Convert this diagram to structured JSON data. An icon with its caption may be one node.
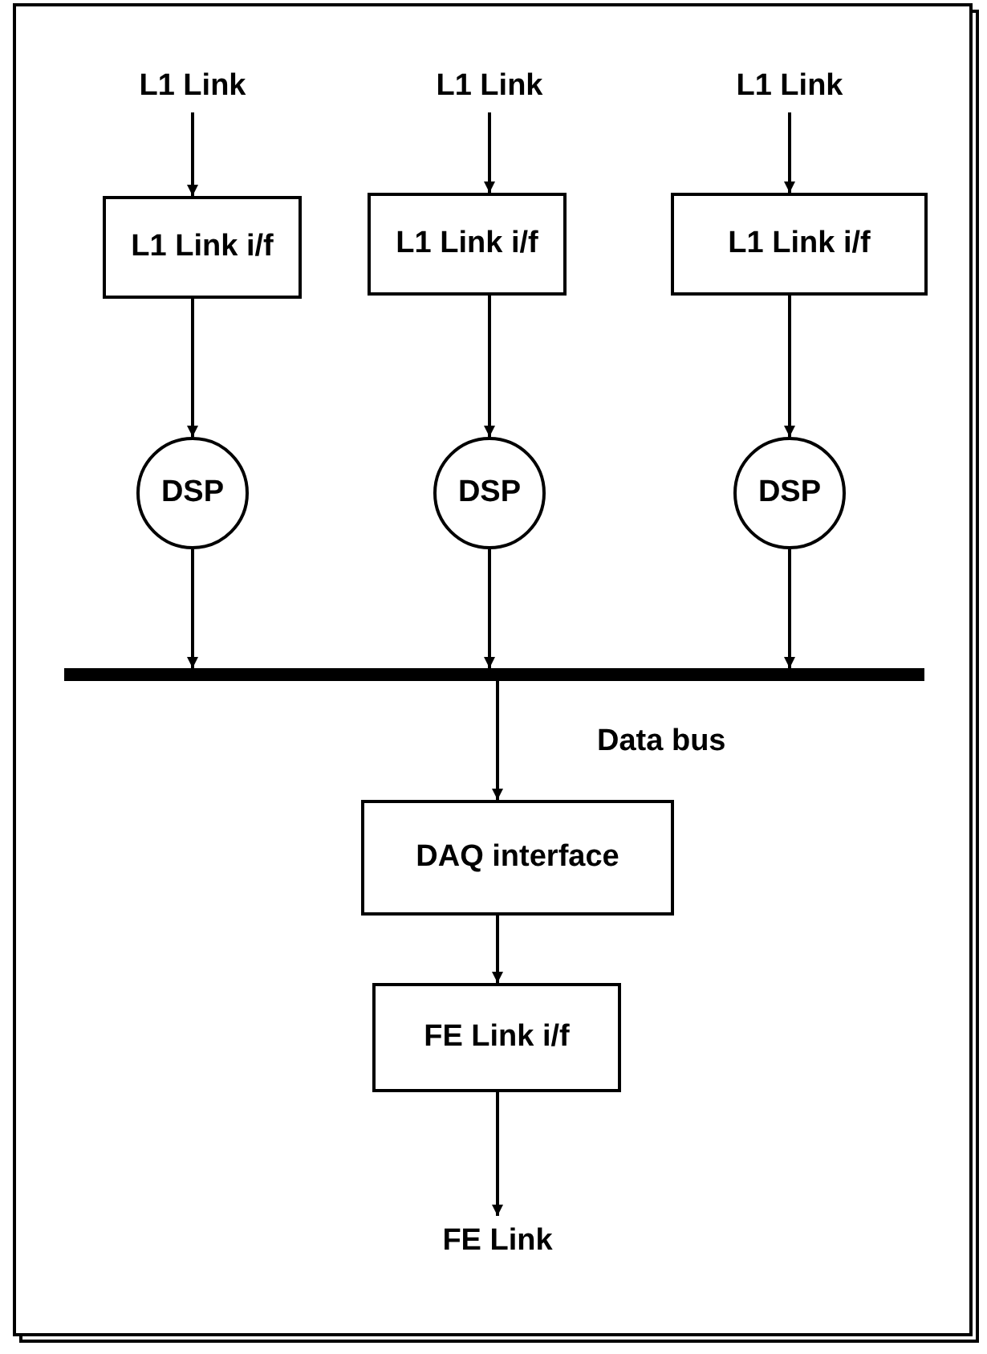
{
  "diagram": {
    "nodes": [
      {
        "text": [
          "L1 Link"
        ]
      },
      {
        "text": [
          "L1 Link"
        ]
      },
      {
        "text": [
          "L1 Link"
        ]
      },
      {
        "text": [
          "L1 Link i/f"
        ]
      },
      {
        "text": [
          "L1 Link i/f"
        ]
      },
      {
        "text": [
          "L1 Link i/f"
        ]
      },
      {
        "text": [
          "DSP"
        ]
      },
      {
        "text": [
          "DSP"
        ]
      },
      {
        "text": [
          "DSP"
        ]
      },
      {
        "text": [],
        "shape": "bar",
        "beside": [
          "Data bus"
        ]
      },
      {
        "text": [
          "DAQ interface"
        ]
      },
      {
        "text": [
          "FE Link i/f"
        ]
      },
      {
        "text": [
          "FE Link"
        ]
      }
    ],
    "edges": [
      {
        "from": 0,
        "to": 3,
        "arrow": "to"
      },
      {
        "from": 1,
        "to": 4,
        "arrow": "to"
      },
      {
        "from": 2,
        "to": 5,
        "arrow": "to"
      },
      {
        "from": 3,
        "to": 6,
        "arrow": "to"
      },
      {
        "from": 4,
        "to": 7,
        "arrow": "to"
      },
      {
        "from": 5,
        "to": 8,
        "arrow": "to"
      },
      {
        "from": 6,
        "to": 9,
        "arrow": "to"
      },
      {
        "from": 7,
        "to": 9,
        "arrow": "to"
      },
      {
        "from": 8,
        "to": 9,
        "arrow": "to"
      },
      {
        "from": 9,
        "to": 10,
        "arrow": "to"
      },
      {
        "from": 10,
        "to": 11,
        "arrow": "to"
      },
      {
        "from": 11,
        "to": 12,
        "arrow": "to"
      }
    ]
  }
}
